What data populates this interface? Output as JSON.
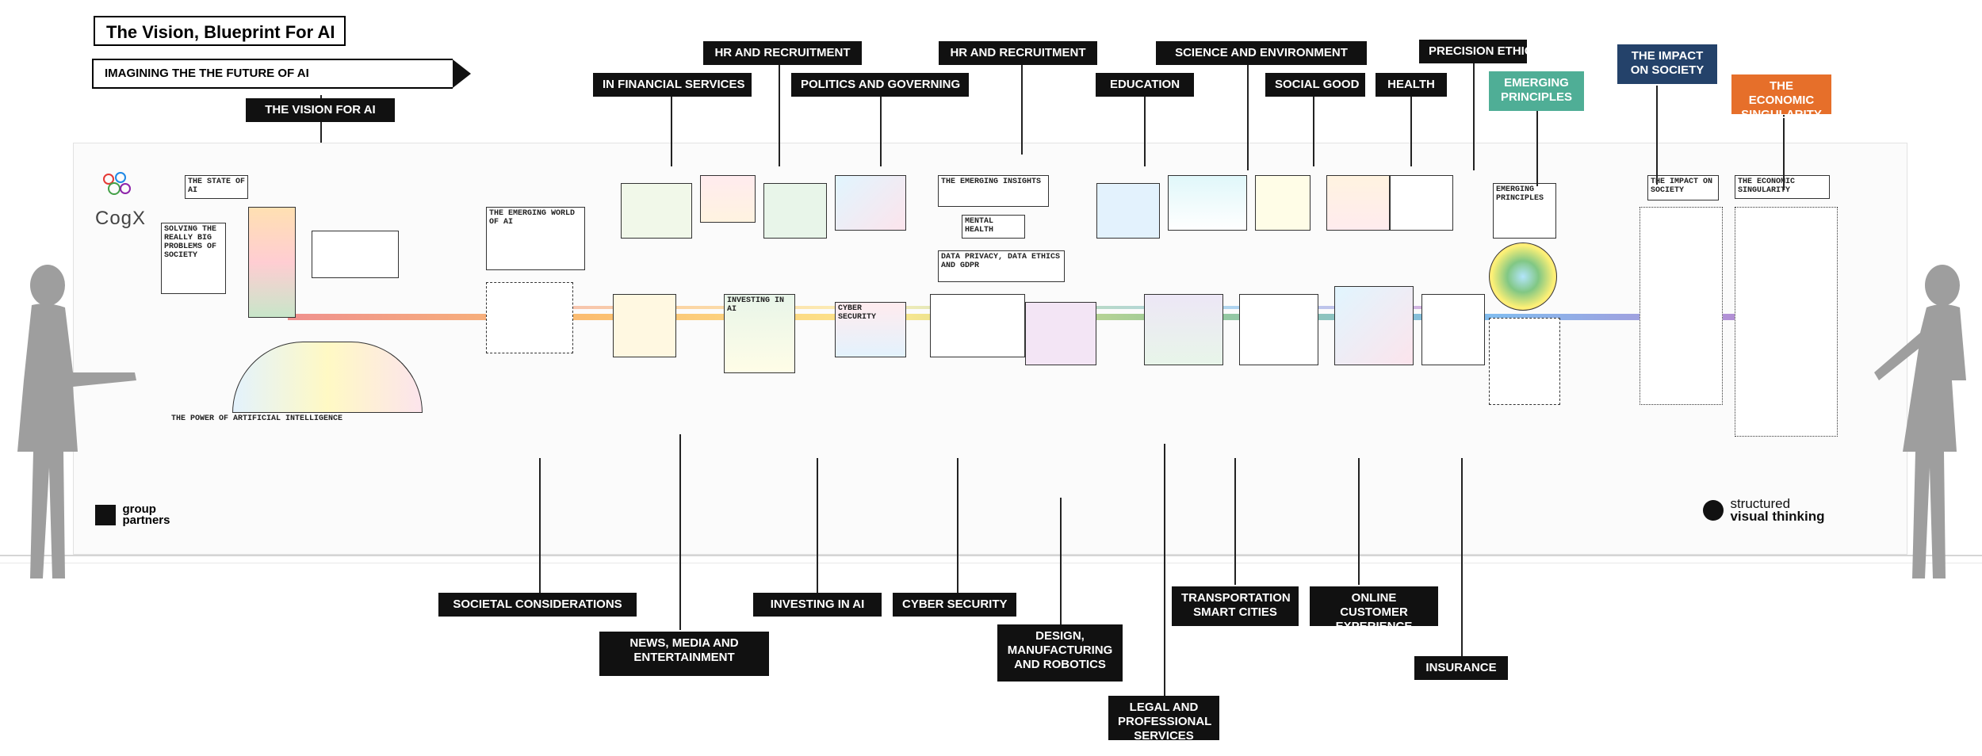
{
  "header": {
    "title": "The Vision, Blueprint For AI",
    "subtitle": "IMAGINING THE THE FUTURE OF AI"
  },
  "labels": {
    "vision_for_ai": "THE VISION FOR AI",
    "financial_services": "IN FINANCIAL SERVICES",
    "hr_1": "HR AND RECRUITMENT",
    "politics": "POLITICS AND GOVERNING",
    "hr_2": "HR AND RECRUITMENT",
    "education": "EDUCATION",
    "science": "SCIENCE AND ENVIRONMENT",
    "social_good": "SOCIAL GOOD",
    "health": "HEALTH",
    "precision_ethics": "PRECISION ETHICS",
    "emerging_principles": "EMERGING PRINCIPLES",
    "impact_on_society": "THE IMPACT ON SOCIETY",
    "economic_singularity": "THE ECONOMIC SINGULARITY",
    "societal_considerations": "SOCIETAL CONSIDERATIONS",
    "news_media": "NEWS, MEDIA AND ENTERTAINMENT",
    "investing": "INVESTING IN AI",
    "cyber_security": "CYBER SECURITY",
    "design_manufacturing": "DESIGN, MANUFACTURING AND ROBOTICS",
    "legal": "LEGAL AND PROFESSIONAL SERVICES",
    "transportation": "TRANSPORTATION SMART CITIES",
    "online_customer": "ONLINE CUSTOMER EXPERIENCE",
    "insurance": "INSURANCE"
  },
  "logos": {
    "cogx": "CogX",
    "group_partners_line1": "group",
    "group_partners_line2": "partners",
    "svt_line1": "structured",
    "svt_line2": "visual thinking"
  },
  "mural": {
    "state_of_ai": "THE STATE OF AI",
    "emerging_world": "THE EMERGING WORLD OF AI",
    "emerging_insights": "THE EMERGING INSIGHTS",
    "impact_society": "THE IMPACT ON SOCIETY",
    "economic_singularity": "THE ECONOMIC SINGULARITY",
    "power_of_ai": "THE POWER OF ARTIFICIAL INTELLIGENCE",
    "cyber": "CYBER SECURITY",
    "investing": "INVESTING IN AI",
    "gdpr": "DATA PRIVACY, DATA ETHICS AND GDPR",
    "mental_health": "MENTAL HEALTH",
    "emerging_principles": "EMERGING PRINCIPLES",
    "solving_problems": "SOLVING THE REALLY BIG PROBLEMS OF SOCIETY"
  },
  "colors": {
    "label_bg": "#111111",
    "teal": "#4fae96",
    "navy": "#24426a",
    "orange": "#e66f2a"
  }
}
